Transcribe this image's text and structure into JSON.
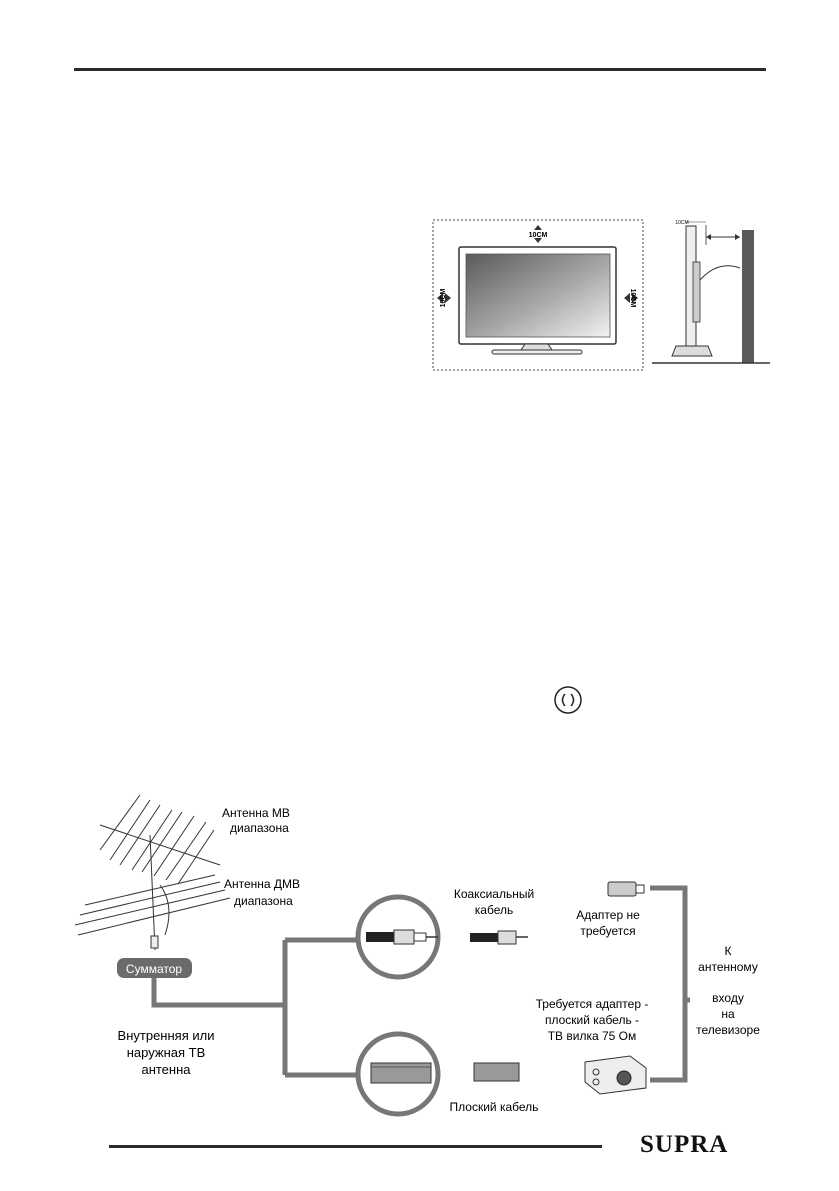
{
  "placement_figure": {
    "front_top_label": "10CM",
    "front_left_label": "10CM",
    "front_right_label": "10CM",
    "side_label": "10CM"
  },
  "connection_diagram": {
    "vhf_antenna_line1": "Антенна МВ",
    "vhf_antenna_line2": "диапазона",
    "uhf_antenna_line1": "Антенна ДМВ",
    "uhf_antenna_line2": "диапазона",
    "combiner": "Сумматор",
    "antenna_caption_line1": "Внутренняя или",
    "antenna_caption_line2": "наружная ТВ",
    "antenna_caption_line3": "антенна",
    "coax_line1": "Коаксиальный",
    "coax_line2": "кабель",
    "no_adapter_line1": "Адаптер не",
    "no_adapter_line2": "требуется",
    "adapter_line1": "Требуется адаптер -",
    "adapter_line2": "плоский кабель -",
    "adapter_line3": "ТВ вилка 75 Ом",
    "flat_cable": "Плоский кабель",
    "tv_input_line1": "К",
    "tv_input_line2": "антенному",
    "tv_input_line3": "входу",
    "tv_input_line4": "на",
    "tv_input_line5": "телевизоре"
  },
  "footer": {
    "brand": "SUPRA"
  },
  "icons": {
    "power": "power-button-icon"
  }
}
